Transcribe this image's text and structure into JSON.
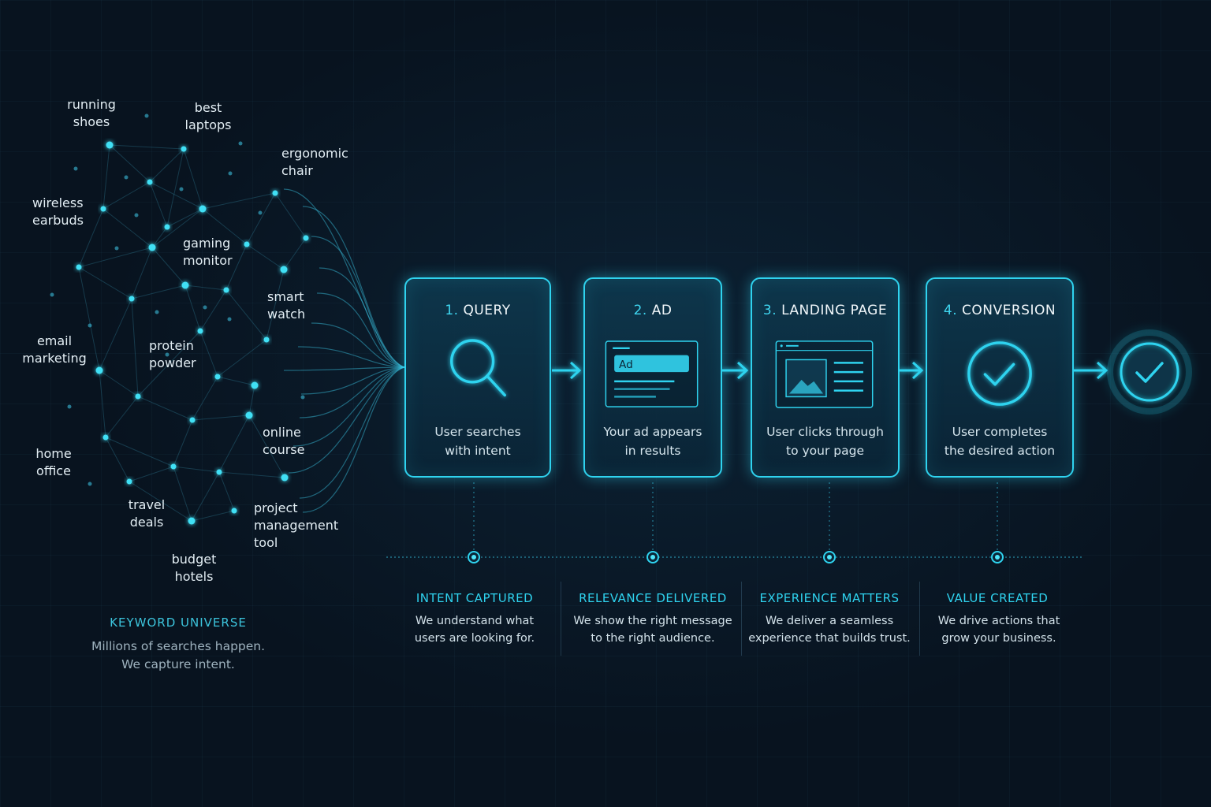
{
  "colors": {
    "background": "#08131f",
    "accent": "#2fd3ef",
    "node": "#3fe0f5",
    "muted_text": "#9fb3bf"
  },
  "keywords": [
    "running\nshoes",
    "best\nlaptops",
    "ergonomic\nchair",
    "wireless\nearbuds",
    "gaming\nmonitor",
    "smart\nwatch",
    "email\nmarketing",
    "protein\npowder",
    "online\ncourse",
    "home\noffice",
    "travel\ndeals",
    "project\nmanagement\ntool",
    "budget\nhotels"
  ],
  "keyword_universe": {
    "title": "KEYWORD UNIVERSE",
    "description": "Millions of searches happen.\nWe capture intent."
  },
  "steps": [
    {
      "number": "1.",
      "title": "QUERY",
      "description": "User searches\nwith intent",
      "icon": "search-icon"
    },
    {
      "number": "2.",
      "title": "AD",
      "description": "Your ad appears\nin results",
      "icon": "ad-result-icon",
      "icon_label": "Ad"
    },
    {
      "number": "3.",
      "title": "LANDING PAGE",
      "description": "User clicks through\nto your page",
      "icon": "landing-page-icon"
    },
    {
      "number": "4.",
      "title": "CONVERSION",
      "description": "User completes\nthe desired action",
      "icon": "check-circle-icon"
    }
  ],
  "final_icon": "check-circle-icon",
  "values": [
    {
      "title": "INTENT CAPTURED",
      "description": "We understand what\nusers are looking for."
    },
    {
      "title": "RELEVANCE DELIVERED",
      "description": "We show the right message\nto the right audience."
    },
    {
      "title": "EXPERIENCE MATTERS",
      "description": "We deliver a seamless\nexperience that builds trust."
    },
    {
      "title": "VALUE CREATED",
      "description": "We drive actions that\ngrow your business."
    }
  ]
}
